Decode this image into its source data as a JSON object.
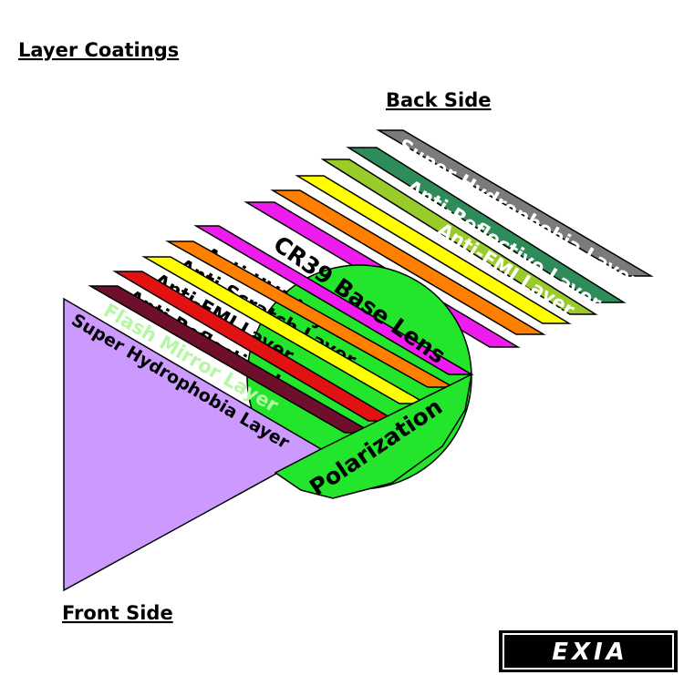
{
  "title": "Layer Coatings",
  "back_side_label": "Back Side",
  "front_side_label": "Front Side",
  "lens": {
    "label": "CR39 Base Lens",
    "color": "#22e52c",
    "polarization_label": "Polarization"
  },
  "back_layers": [
    {
      "label": "Super Hydrophobia Layer",
      "color": "#7b7b7b",
      "text_color": "#ffffff"
    },
    {
      "label": "Anti-Reflective Layer",
      "color": "#2e8b5a",
      "text_color": "#ffffff"
    },
    {
      "label": "Anti-EMI Layer",
      "color": "#99cc2a",
      "text_color": "#ffffff"
    },
    {
      "label": "",
      "color": "#ffff00",
      "text_color": "#000000"
    },
    {
      "label": "",
      "color": "#ff7f00",
      "text_color": "#000000"
    },
    {
      "label": "",
      "color": "#ee1cee",
      "text_color": "#000000"
    }
  ],
  "front_layers": [
    {
      "label": "Anti-UVA Layer",
      "color": "#ee1cee",
      "text_color": "#000000"
    },
    {
      "label": "Anti-Scratch Layer",
      "color": "#ff7f00",
      "text_color": "#000000"
    },
    {
      "label": "Anti-EMI Layer",
      "color": "#ffff00",
      "text_color": "#000000"
    },
    {
      "label": "Anti-Reflective Layer",
      "color": "#e31212",
      "text_color": "#000000"
    },
    {
      "label": "Flash Mirror Layer",
      "color": "#6e0f2c",
      "text_color": "#b6f7a6"
    },
    {
      "label": "Super Hydrophobia Layer",
      "color": "#cc99ff",
      "text_color": "#000000"
    }
  ],
  "logo": {
    "text": "EXIA"
  }
}
